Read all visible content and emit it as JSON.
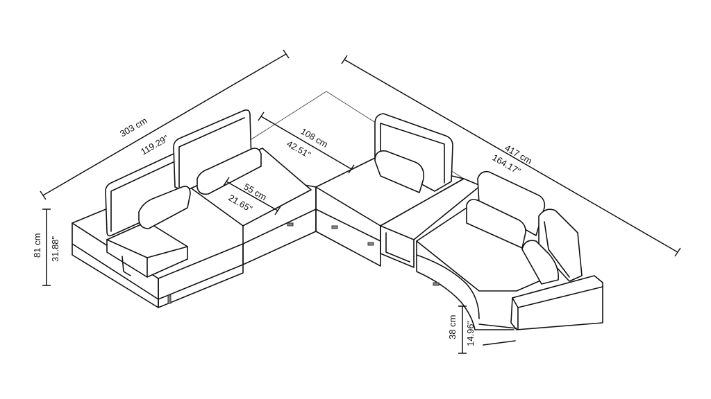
{
  "dimensions": {
    "left_width": {
      "metric": "303 cm",
      "imperial": "119.29\""
    },
    "right_width": {
      "metric": "417 cm",
      "imperial": "164.17\""
    },
    "back_depth": {
      "metric": "108 cm",
      "imperial": "42.51\""
    },
    "seat_depth": {
      "metric": "55 cm",
      "imperial": "21.65\""
    },
    "overall_height": {
      "metric": "81 cm",
      "imperial": "31.88\""
    },
    "seat_height": {
      "metric": "38 cm",
      "imperial": "14.96\""
    }
  }
}
